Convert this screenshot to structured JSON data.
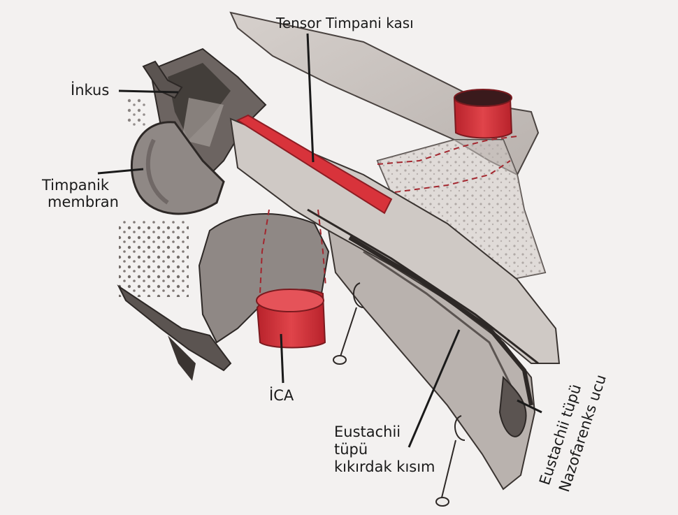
{
  "labels": {
    "tensor": "Tensor Timpani kası",
    "inkus": "İnkus",
    "timpanik": [
      "Timpanik",
      "membran"
    ],
    "ica": "İCA",
    "eustachii_kikirdak": [
      "Eustachii",
      "tüpü",
      "kıkırdak kısım"
    ],
    "eustachii_nazo": [
      "Eustachii tüpü",
      "Nazofarenks ucu"
    ]
  },
  "colors": {
    "paper": "#efedeb",
    "bone": "#d9d4d0",
    "shade": "#8a8380",
    "dark": "#3a3431",
    "red": "#d8333b",
    "ink": "#1a1a1a"
  }
}
